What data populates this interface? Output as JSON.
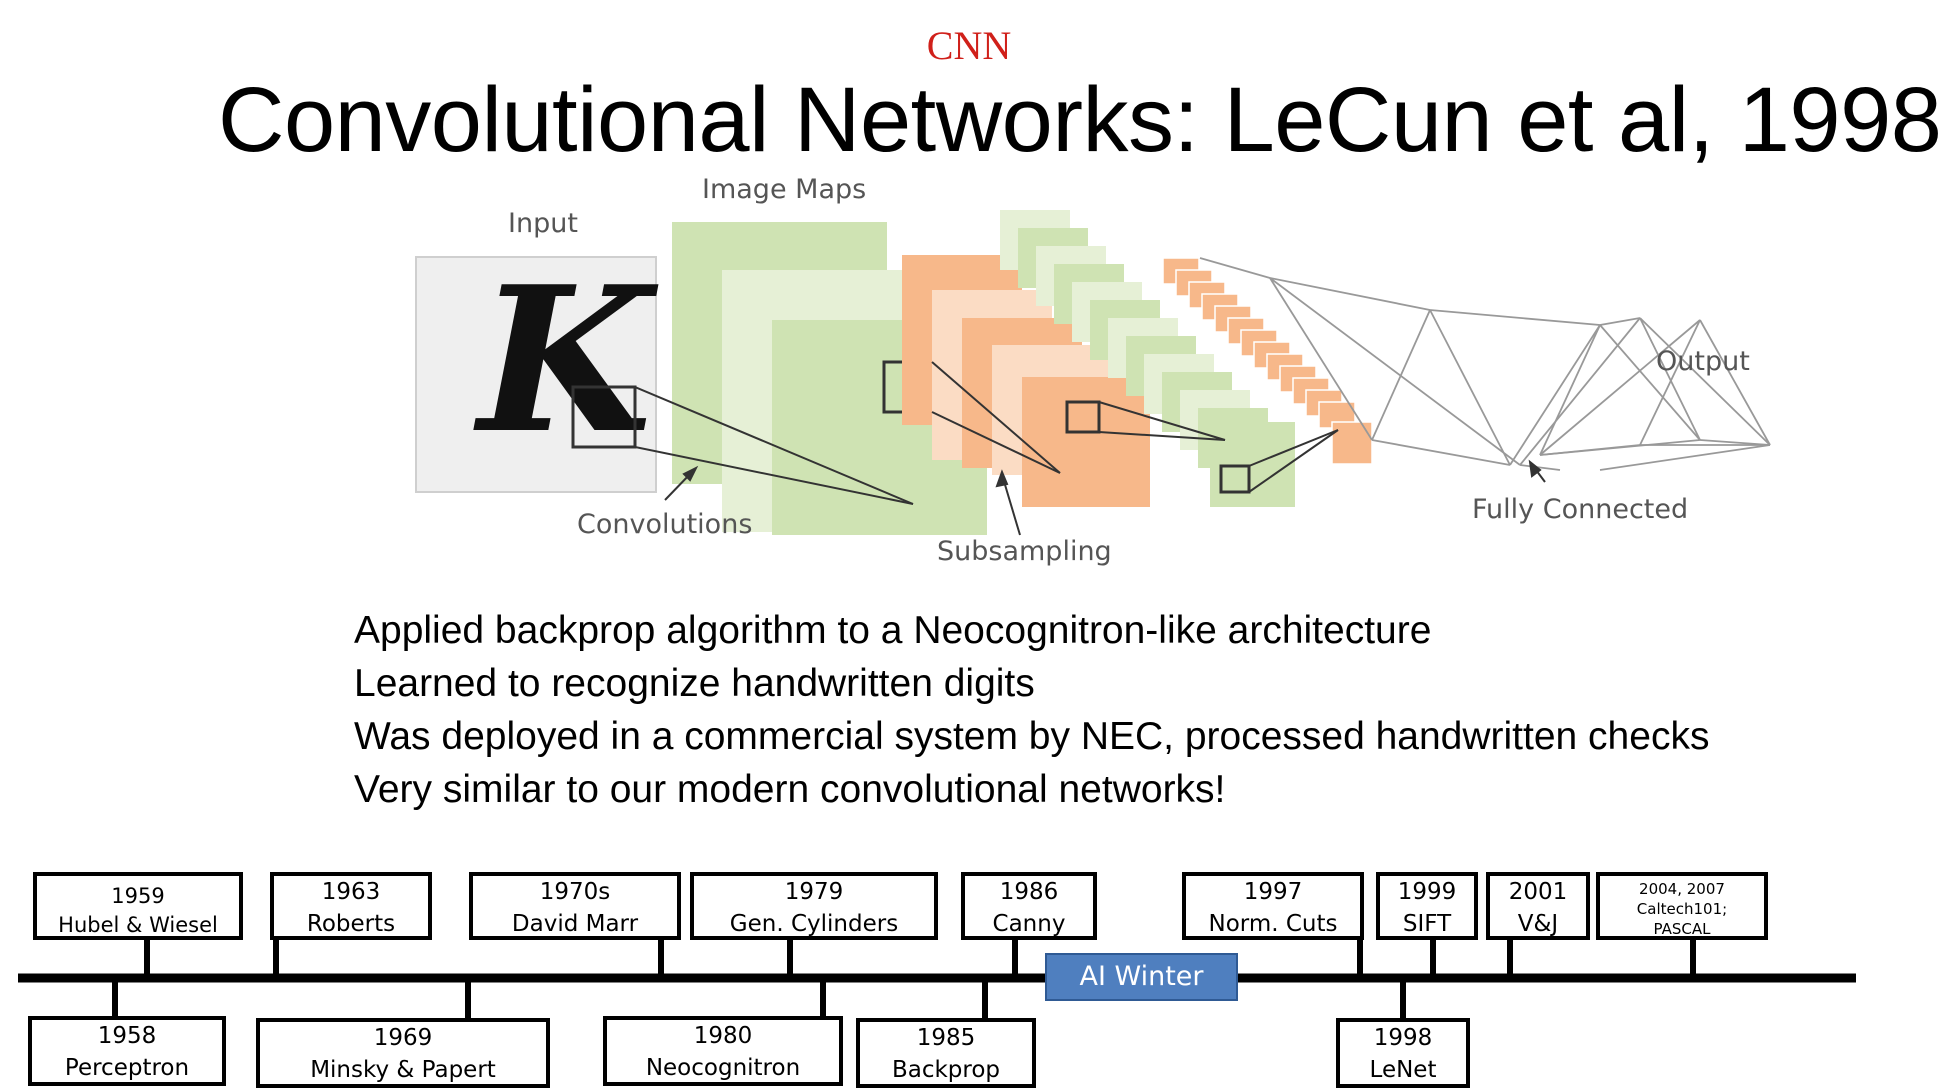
{
  "slide": {
    "tag": "CNN",
    "title": "Convolutional Networks: LeCun et al, 1998"
  },
  "diagram": {
    "labels": {
      "input": "Input",
      "image_maps": "Image Maps",
      "output": "Output",
      "convolutions": "Convolutions",
      "subsampling": "Subsampling",
      "fully_connected": "Fully Connected"
    },
    "input_glyph": "K",
    "colors": {
      "green": "#cfe3b3",
      "light_green": "#e6f0d6",
      "orange": "#f7b88a",
      "light_orange": "#fbdcc4",
      "input_bg": "#efefef"
    }
  },
  "bullets": [
    "Applied backprop algorithm to a Neocognitron-like architecture",
    "Learned to recognize handwritten digits",
    "Was deployed in a commercial system by NEC, processed handwritten checks",
    "Very similar to our modern convolutional networks!"
  ],
  "timeline": {
    "top": [
      {
        "year": "1959",
        "name": "Hubel & Wiesel"
      },
      {
        "year": "1963",
        "name": "Roberts"
      },
      {
        "year": "1970s",
        "name": "David Marr"
      },
      {
        "year": "1979",
        "name": "Gen. Cylinders"
      },
      {
        "year": "1986",
        "name": "Canny"
      },
      {
        "year": "1997",
        "name": "Norm. Cuts"
      },
      {
        "year": "1999",
        "name": "SIFT"
      },
      {
        "year": "2001",
        "name": "V&J"
      },
      {
        "year": "2004, 2007",
        "name": "Caltech101;",
        "name2": "PASCAL"
      }
    ],
    "bottom": [
      {
        "year": "1958",
        "name": "Perceptron"
      },
      {
        "year": "1969",
        "name": "Minsky & Papert"
      },
      {
        "year": "1980",
        "name": "Neocognitron"
      },
      {
        "year": "1985",
        "name": "Backprop"
      },
      {
        "year": "1998",
        "name": "LeNet"
      }
    ],
    "ai_winter": "AI Winter"
  }
}
